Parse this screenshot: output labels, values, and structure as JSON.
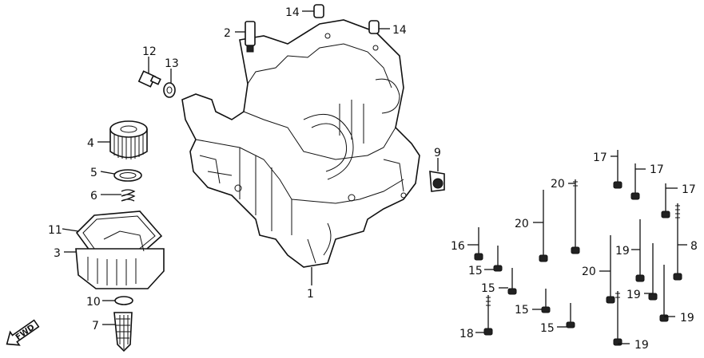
{
  "labels": {
    "l1": "1",
    "l2": "2",
    "l3": "3",
    "l4": "4",
    "l5": "5",
    "l6": "6",
    "l7": "7",
    "l8": "8",
    "l9": "9",
    "l10": "10",
    "l11": "11",
    "l12": "12",
    "l13": "13",
    "l14a": "14",
    "l14b": "14",
    "l15a": "15",
    "l15b": "15",
    "l15c": "15",
    "l15d": "15",
    "l16": "16",
    "l17a": "17",
    "l17b": "17",
    "l17c": "17",
    "l18": "18",
    "l19a": "19",
    "l19b": "19",
    "l19c": "19",
    "l19d": "19",
    "l20a": "20",
    "l20b": "20",
    "l20c": "20"
  },
  "fwd_text": "FWD"
}
